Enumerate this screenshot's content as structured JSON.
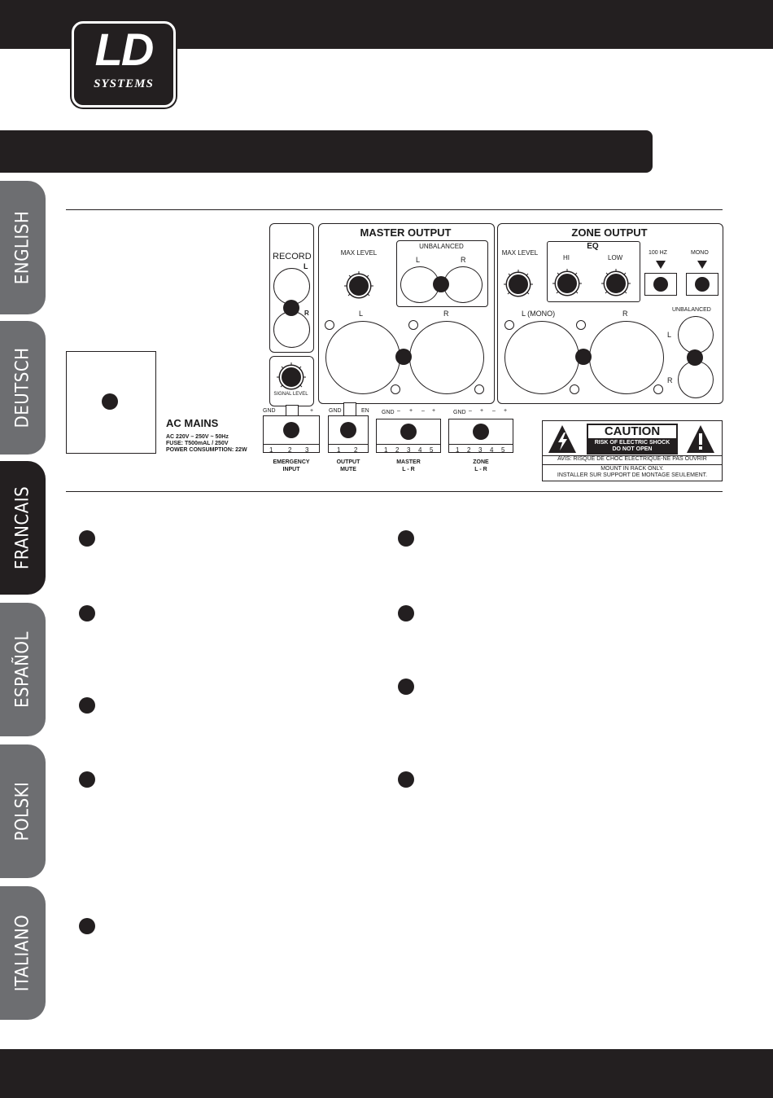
{
  "brand": {
    "logo_main": "LD",
    "logo_sub": "SYSTEMS"
  },
  "tabs": [
    {
      "label": "ENGLISH",
      "active": false
    },
    {
      "label": "DEUTSCH",
      "active": false
    },
    {
      "label": "FRANCAIS",
      "active": true
    },
    {
      "label": "ESPAÑOL",
      "active": false
    },
    {
      "label": "POLSKI",
      "active": false
    },
    {
      "label": "ITALIANO",
      "active": false
    }
  ],
  "diagram": {
    "record": {
      "title": "RECORD",
      "l": "L",
      "r": "R"
    },
    "signal_level": "SIGNAL LEVEL",
    "master_output": {
      "title": "MASTER OUTPUT",
      "max_level": "MAX LEVEL",
      "unbalanced": "UNBALANCED",
      "l": "L",
      "r": "R",
      "xlr_l": "L",
      "xlr_r": "R"
    },
    "zone_output": {
      "title": "ZONE OUTPUT",
      "max_level": "MAX LEVEL",
      "eq": "EQ",
      "hi": "HI",
      "low": "LOW",
      "hz100": "100 HZ",
      "mono": "MONO",
      "xlr_l": "L (MONO)",
      "xlr_r": "R",
      "unbalanced": "UNBALANCED",
      "unb_l": "L",
      "unb_r": "R"
    },
    "ac_mains": {
      "title": "AC MAINS",
      "line1": "AC 220V – 250V ~ 50Hz",
      "line2": "FUSE: T500mAL / 250V",
      "line3": "POWER CONSUMPTION: 22W"
    },
    "terminals": {
      "emergency": {
        "top": [
          "GND",
          "–",
          "+"
        ],
        "pins": [
          "1",
          "2",
          "3"
        ],
        "label1": "EMERGENCY",
        "label2": "INPUT"
      },
      "mute": {
        "top": [
          "GND",
          "EN"
        ],
        "pins": [
          "1",
          "2"
        ],
        "label1": "OUTPUT",
        "label2": "MUTE"
      },
      "master": {
        "top": [
          "GND",
          "–",
          "+",
          "–",
          "+"
        ],
        "pins": [
          "1",
          "2",
          "3",
          "4",
          "5"
        ],
        "label1": "MASTER",
        "label2": "L - R"
      },
      "zone": {
        "top": [
          "GND",
          "–",
          "+",
          "–",
          "+"
        ],
        "pins": [
          "1",
          "2",
          "3",
          "4",
          "5"
        ],
        "label1": "ZONE",
        "label2": "L - R"
      }
    },
    "caution": {
      "title": "CAUTION",
      "risk1": "RISK OF ELECTRIC SHOCK",
      "risk2": "DO NOT OPEN",
      "avis": "AVIS: RISQUE DE CHOC ELECTRIQUE-NE PAS OUVRIR",
      "mount1": "MOUNT IN RACK ONLY.",
      "mount2": "INSTALLER SUR SUPPORT DE MONTAGE SEULEMENT."
    }
  }
}
